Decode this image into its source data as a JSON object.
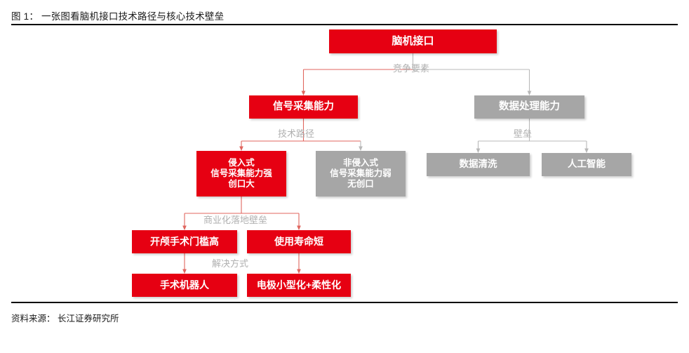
{
  "header": {
    "figure_title": "图 1： 一张图看脑机接口技术路径与核心技术壁垒",
    "source": "资料来源： 长江证券研究所"
  },
  "colors": {
    "primary_red": "#e60012",
    "secondary_gray": "#a6a6a6",
    "label_gray": "#b0b0b0",
    "rule": "#000000"
  },
  "diagram": {
    "type": "flowchart",
    "nodes": {
      "root": {
        "label": "脑机接口",
        "color": "#e60012",
        "level": 0
      },
      "signal_acquisition": {
        "label": "信号采集能力",
        "color": "#e60012",
        "level": 1
      },
      "data_processing": {
        "label": "数据处理能力",
        "color": "#a6a6a6",
        "level": 1
      },
      "invasive": {
        "label": "侵入式\n信号采集能力强\n创口大",
        "color": "#e60012",
        "level": 2
      },
      "non_invasive": {
        "label": "非侵入式\n信号采集能力弱\n无创口",
        "color": "#a6a6a6",
        "level": 2
      },
      "data_cleaning": {
        "label": "数据清洗",
        "color": "#a6a6a6",
        "level": 2
      },
      "artificial_intelligence": {
        "label": "人工智能",
        "color": "#a6a6a6",
        "level": 2
      },
      "craniotomy_barrier": {
        "label": "开颅手术门槛高",
        "color": "#e60012",
        "level": 3
      },
      "short_lifespan": {
        "label": "使用寿命短",
        "color": "#e60012",
        "level": 3
      },
      "surgical_robot": {
        "label": "手术机器人",
        "color": "#e60012",
        "level": 4
      },
      "electrode_flexible": {
        "label": "电极小型化+柔性化",
        "color": "#e60012",
        "level": 4
      }
    },
    "edge_labels": {
      "competitive_factors": "竞争要素",
      "technology_path": "技术路径",
      "barrier": "壁垒",
      "commercialization_barrier": "商业化落地壁垒",
      "solution": "解决方式"
    }
  }
}
